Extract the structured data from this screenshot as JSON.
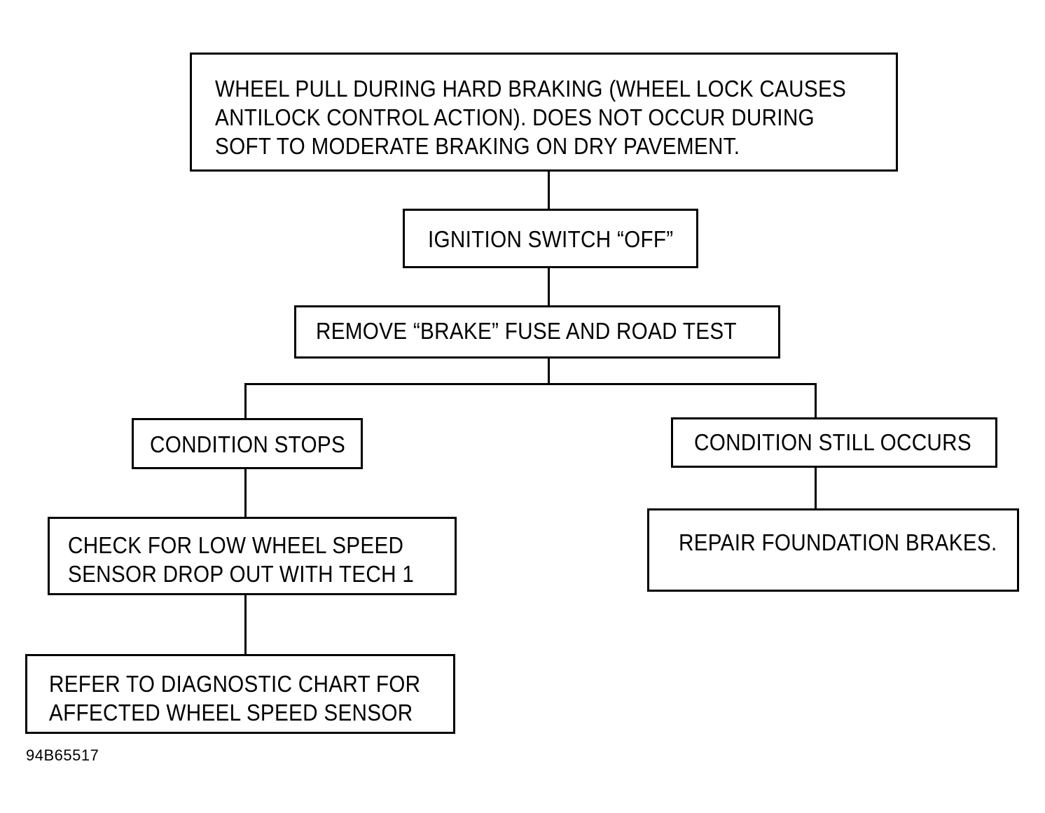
{
  "diagram": {
    "nodes": {
      "start": {
        "lines": [
          "WHEEL PULL DURING HARD BRAKING (WHEEL LOCK CAUSES",
          "ANTILOCK CONTROL ACTION). DOES NOT OCCUR DURING",
          "SOFT TO MODERATE BRAKING ON DRY PAVEMENT."
        ]
      },
      "ignition": {
        "lines": [
          "IGNITION SWITCH “OFF”"
        ]
      },
      "remove_fuse": {
        "lines": [
          "REMOVE “BRAKE” FUSE AND ROAD TEST"
        ]
      },
      "condition_stops": {
        "lines": [
          "CONDITION STOPS"
        ]
      },
      "condition_still_occurs": {
        "lines": [
          "CONDITION STILL OCCURS"
        ]
      },
      "check_sensor": {
        "lines": [
          "CHECK FOR LOW WHEEL SPEED",
          "SENSOR DROP OUT WITH TECH 1"
        ]
      },
      "repair_brakes": {
        "lines": [
          "REPAIR FOUNDATION BRAKES."
        ]
      },
      "refer_chart": {
        "lines": [
          "REFER TO DIAGNOSTIC CHART FOR",
          "AFFECTED WHEEL SPEED SENSOR"
        ]
      }
    },
    "figure_code": "94B65517"
  }
}
